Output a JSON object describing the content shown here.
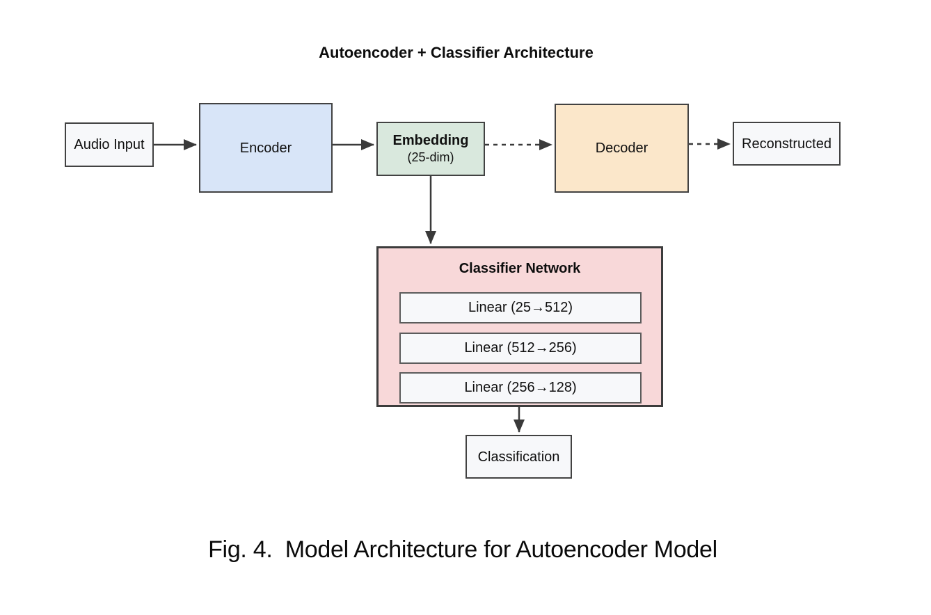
{
  "figure": {
    "title": "Autoencoder + Classifier Architecture",
    "caption": "Fig. 4.  Model Architecture for Autoencoder Model",
    "nodes": {
      "audio_input": {
        "label": "Audio Input",
        "fill": "#f7f8fa"
      },
      "encoder": {
        "label": "Encoder",
        "fill": "#d8e5f8"
      },
      "embedding": {
        "label": "Embedding",
        "sublabel": "(25-dim)",
        "fill": "#d9e8dd"
      },
      "decoder": {
        "label": "Decoder",
        "fill": "#fbe7ca"
      },
      "reconstructed": {
        "label": "Reconstructed",
        "fill": "#f7f8fa"
      },
      "classifier_network": {
        "label": "Classifier Network",
        "fill": "#f8d8d9",
        "layers": [
          "Linear (25→512)",
          "Linear (512→256)",
          "Linear (256→128)"
        ]
      },
      "classification": {
        "label": "Classification",
        "fill": "#f7f8fa"
      }
    },
    "edges": [
      {
        "from": "audio_input",
        "to": "encoder",
        "style": "solid"
      },
      {
        "from": "encoder",
        "to": "embedding",
        "style": "solid"
      },
      {
        "from": "embedding",
        "to": "decoder",
        "style": "dashed"
      },
      {
        "from": "decoder",
        "to": "reconstructed",
        "style": "dashed"
      },
      {
        "from": "embedding",
        "to": "classifier_network",
        "style": "solid"
      },
      {
        "from": "classifier_network",
        "to": "classification",
        "style": "solid"
      }
    ],
    "edge_color": "#3a3a3a"
  }
}
